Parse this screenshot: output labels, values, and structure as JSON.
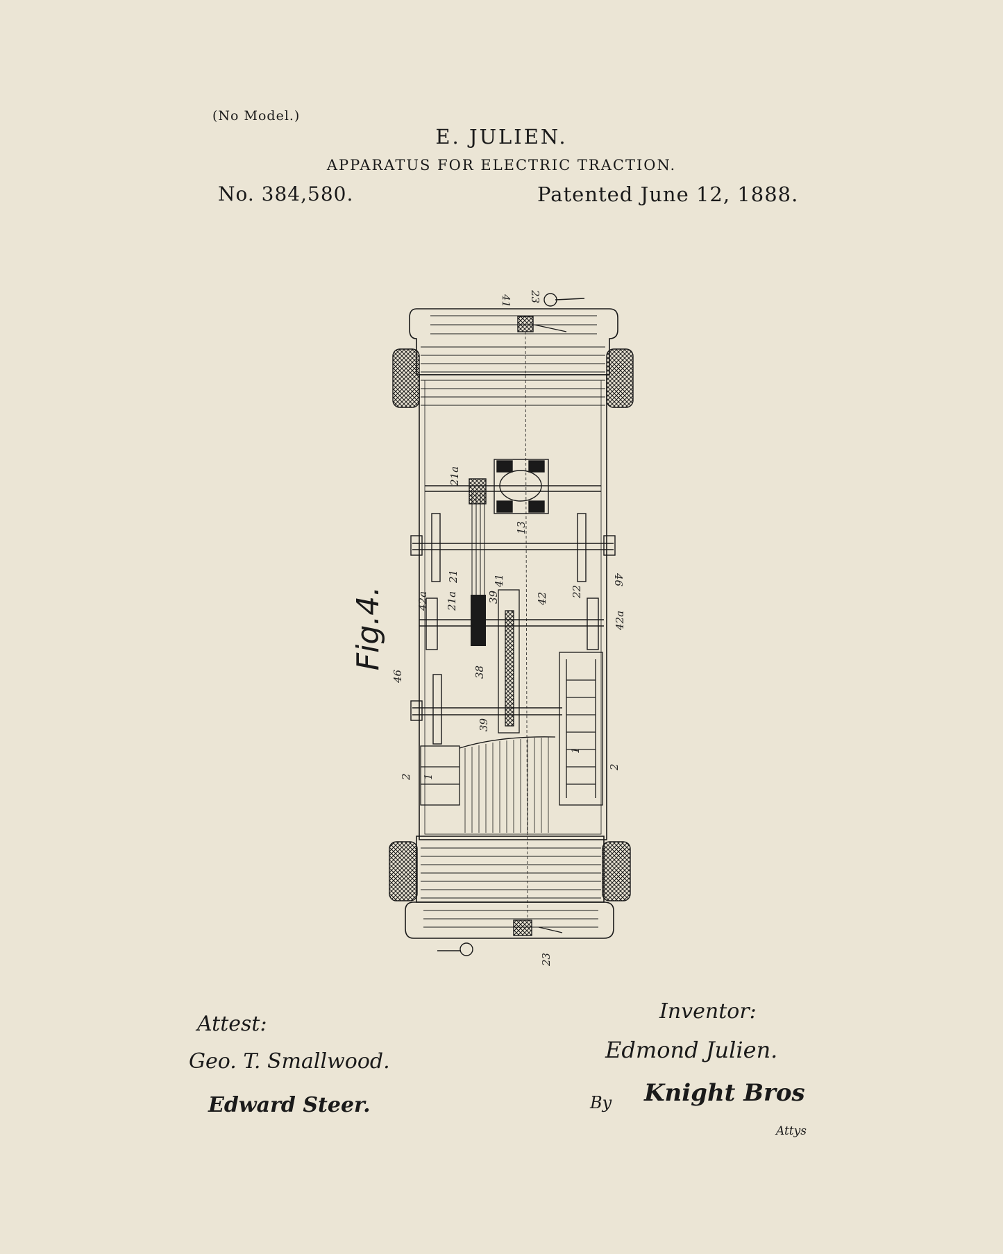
{
  "header": {
    "no_model": "(No Model.)",
    "inventor_name": "E. JULIEN.",
    "title": "APPARATUS FOR ELECTRIC TRACTION.",
    "patent_no": "No. 384,580.",
    "patent_date": "Patented June 12, 1888."
  },
  "figure": {
    "label": "Fig.4.",
    "reference_numerals": [
      "23",
      "41",
      "21a",
      "13",
      "46",
      "21",
      "21a",
      "41",
      "39",
      "42",
      "22",
      "42a",
      "42a",
      "46",
      "38",
      "39",
      "1",
      "2",
      "1",
      "2",
      "23"
    ]
  },
  "signatures": {
    "attest_label": "Attest:",
    "witness_1": "Geo. T. Smallwood.",
    "witness_2": "Edward Steer.",
    "inventor_label": "Inventor:",
    "inventor_signature": "Edmond Julien.",
    "by_label": "By",
    "attorney_signature": "Knight Bros",
    "attys_label": "Attys"
  },
  "colors": {
    "paper": "#ebe5d5",
    "ink": "#1a1a1a"
  }
}
